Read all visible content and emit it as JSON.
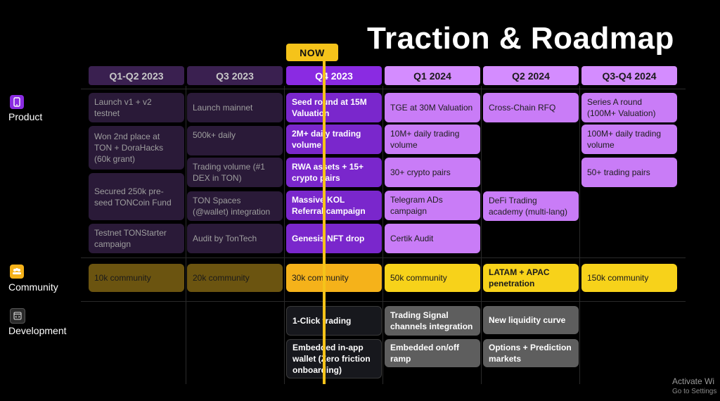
{
  "title": "Traction & Roadmap",
  "now_label": "NOW",
  "columns": [
    "Q1-Q2 2023",
    "Q3 2023",
    "Q4 2023",
    "Q1 2024",
    "Q2 2024",
    "Q3-Q4 2024"
  ],
  "categories": {
    "product": "Product",
    "community": "Community",
    "development": "Development"
  },
  "product": {
    "q1q2_2023": [
      "Launch v1 + v2 testnet",
      "Won 2nd place at TON + DoraHacks (60k grant)",
      "Secured 250k pre-seed TONCoin Fund",
      "Testnet TONStarter campaign"
    ],
    "q3_2023": [
      "Launch mainnet",
      "500k+ daily",
      "Trading volume (#1 DEX in TON)",
      "TON Spaces (@wallet) integration",
      "Audit by TonTech"
    ],
    "q4_2023": [
      "Seed round at 15M Valuation",
      "2M+ daily trading volume",
      "RWA assets + 15+ crypto pairs",
      "Massive KOL Referral campaign",
      "Genesis NFT drop"
    ],
    "q1_2024": [
      "TGE at 30M Valuation",
      "10M+ daily trading volume",
      "30+ crypto pairs",
      "Telegram ADs campaign",
      "Certik Audit"
    ],
    "q2_2024": [
      "Cross-Chain RFQ",
      "DeFi Trading academy (multi-lang)"
    ],
    "q3q4_2024": [
      "Series A round (100M+ Valuation)",
      "100M+ daily trading volume",
      "50+ trading pairs"
    ]
  },
  "community": [
    "10k community",
    "20k community",
    "30k community",
    "50k community",
    "LATAM + APAC penetration",
    "150k community"
  ],
  "development": {
    "q4_2023": [
      "1-Click trading",
      "Embedded in-app wallet (Zero friction onboarding)"
    ],
    "q1_2024": [
      "Trading Signal channels integration",
      "Embedded on/off ramp"
    ],
    "q2_2024": [
      "New liquidity curve",
      "Options + Prediction markets"
    ]
  },
  "watermark": {
    "line1": "Activate Wi",
    "line2": "Go to Settings"
  },
  "colors": {
    "accent_now": "#f5c31a",
    "purple_current": "#8a2be2",
    "purple_future": "#d48cff"
  }
}
